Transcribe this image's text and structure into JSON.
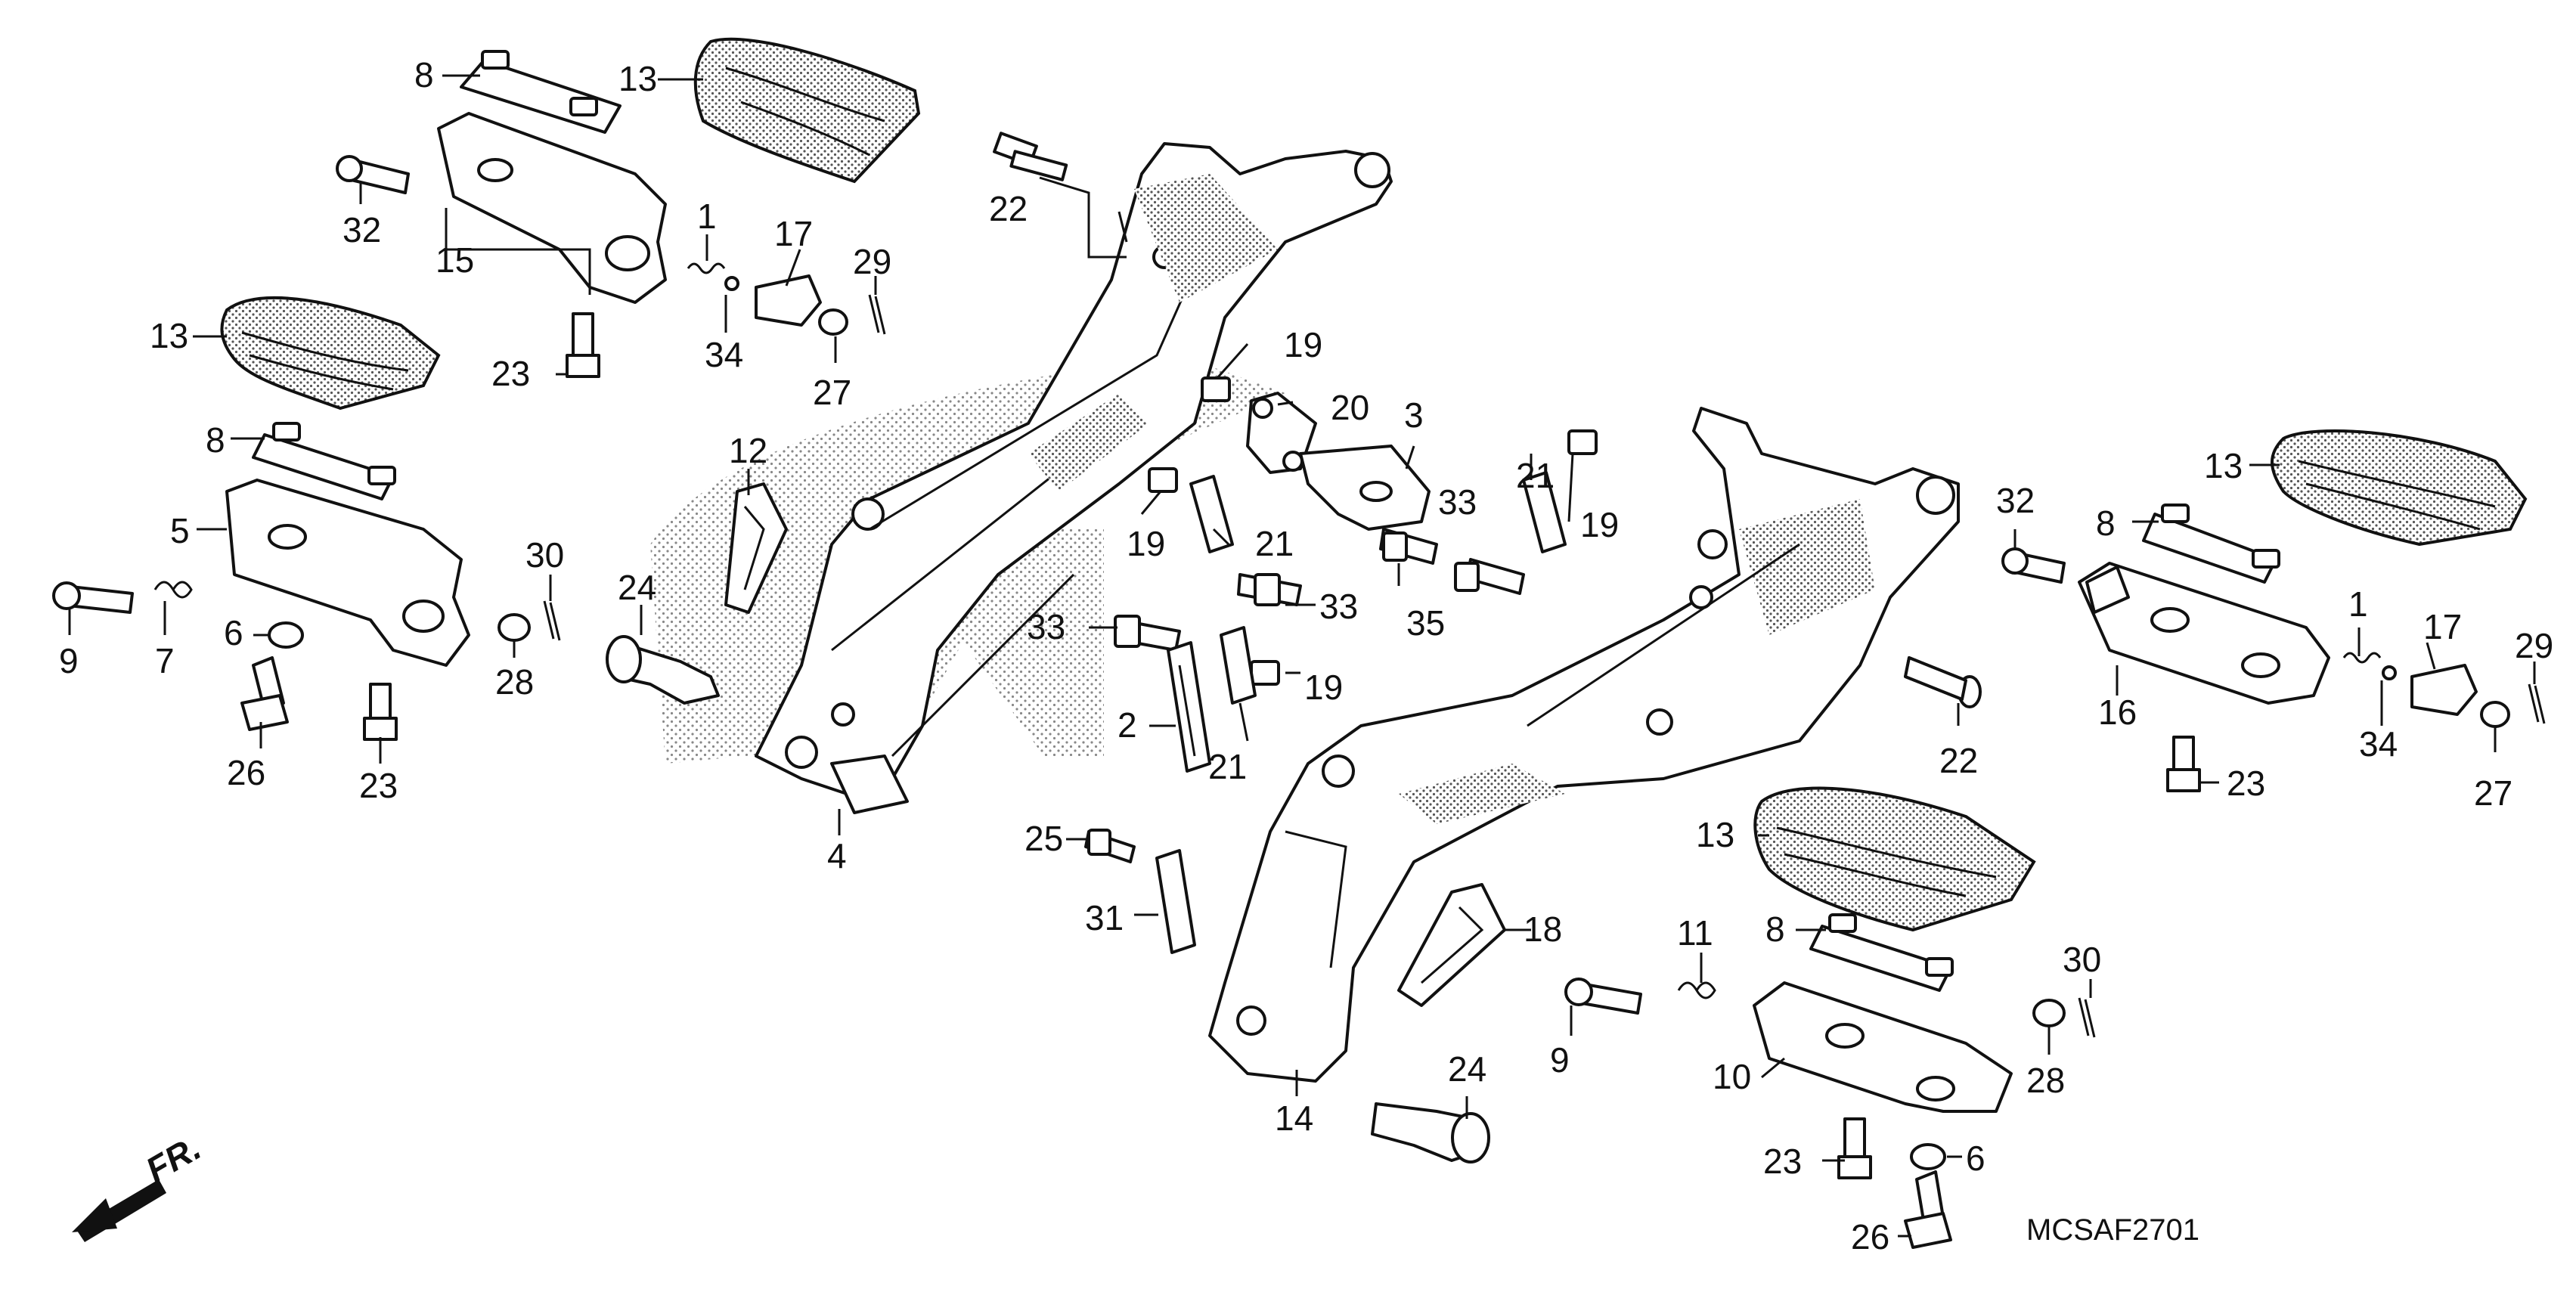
{
  "diagram": {
    "code": "MCSAF2701",
    "direction_label": "FR.",
    "callouts": [
      {
        "id": "c8a",
        "label": "8"
      },
      {
        "id": "c13a",
        "label": "13"
      },
      {
        "id": "c32a",
        "label": "32"
      },
      {
        "id": "c15",
        "label": "15"
      },
      {
        "id": "c1a",
        "label": "1"
      },
      {
        "id": "c17a",
        "label": "17"
      },
      {
        "id": "c29a",
        "label": "29"
      },
      {
        "id": "c23a",
        "label": "23"
      },
      {
        "id": "c34a",
        "label": "34"
      },
      {
        "id": "c27a",
        "label": "27"
      },
      {
        "id": "c13b",
        "label": "13"
      },
      {
        "id": "c8b",
        "label": "8"
      },
      {
        "id": "c5",
        "label": "5"
      },
      {
        "id": "c30a",
        "label": "30"
      },
      {
        "id": "c9a",
        "label": "9"
      },
      {
        "id": "c7",
        "label": "7"
      },
      {
        "id": "c6a",
        "label": "6"
      },
      {
        "id": "c28a",
        "label": "28"
      },
      {
        "id": "c26a",
        "label": "26"
      },
      {
        "id": "c23b",
        "label": "23"
      },
      {
        "id": "c12",
        "label": "12"
      },
      {
        "id": "c24a",
        "label": "24"
      },
      {
        "id": "c4",
        "label": "4"
      },
      {
        "id": "c22a",
        "label": "22"
      },
      {
        "id": "c19a",
        "label": "19"
      },
      {
        "id": "c20",
        "label": "20"
      },
      {
        "id": "c3",
        "label": "3"
      },
      {
        "id": "c19b",
        "label": "19"
      },
      {
        "id": "c21a",
        "label": "21"
      },
      {
        "id": "c33a",
        "label": "33"
      },
      {
        "id": "c35",
        "label": "35"
      },
      {
        "id": "c21b",
        "label": "21"
      },
      {
        "id": "c19c",
        "label": "19"
      },
      {
        "id": "c33b",
        "label": "33"
      },
      {
        "id": "c33c",
        "label": "33"
      },
      {
        "id": "c2",
        "label": "2"
      },
      {
        "id": "c21c",
        "label": "21"
      },
      {
        "id": "c19d",
        "label": "19"
      },
      {
        "id": "c22b",
        "label": "22"
      },
      {
        "id": "c25",
        "label": "25"
      },
      {
        "id": "c31",
        "label": "31"
      },
      {
        "id": "c18",
        "label": "18"
      },
      {
        "id": "c14",
        "label": "14"
      },
      {
        "id": "c24b",
        "label": "24"
      },
      {
        "id": "c11",
        "label": "11"
      },
      {
        "id": "c9b",
        "label": "9"
      },
      {
        "id": "c13c",
        "label": "13"
      },
      {
        "id": "c8c",
        "label": "8"
      },
      {
        "id": "c30b",
        "label": "30"
      },
      {
        "id": "c10",
        "label": "10"
      },
      {
        "id": "c28b",
        "label": "28"
      },
      {
        "id": "c23c",
        "label": "23"
      },
      {
        "id": "c6b",
        "label": "6"
      },
      {
        "id": "c26b",
        "label": "26"
      },
      {
        "id": "c13d",
        "label": "13"
      },
      {
        "id": "c32b",
        "label": "32"
      },
      {
        "id": "c8d",
        "label": "8"
      },
      {
        "id": "c1b",
        "label": "1"
      },
      {
        "id": "c17b",
        "label": "17"
      },
      {
        "id": "c29b",
        "label": "29"
      },
      {
        "id": "c16",
        "label": "16"
      },
      {
        "id": "c34b",
        "label": "34"
      },
      {
        "id": "c23d",
        "label": "23"
      },
      {
        "id": "c27b",
        "label": "27"
      }
    ]
  }
}
